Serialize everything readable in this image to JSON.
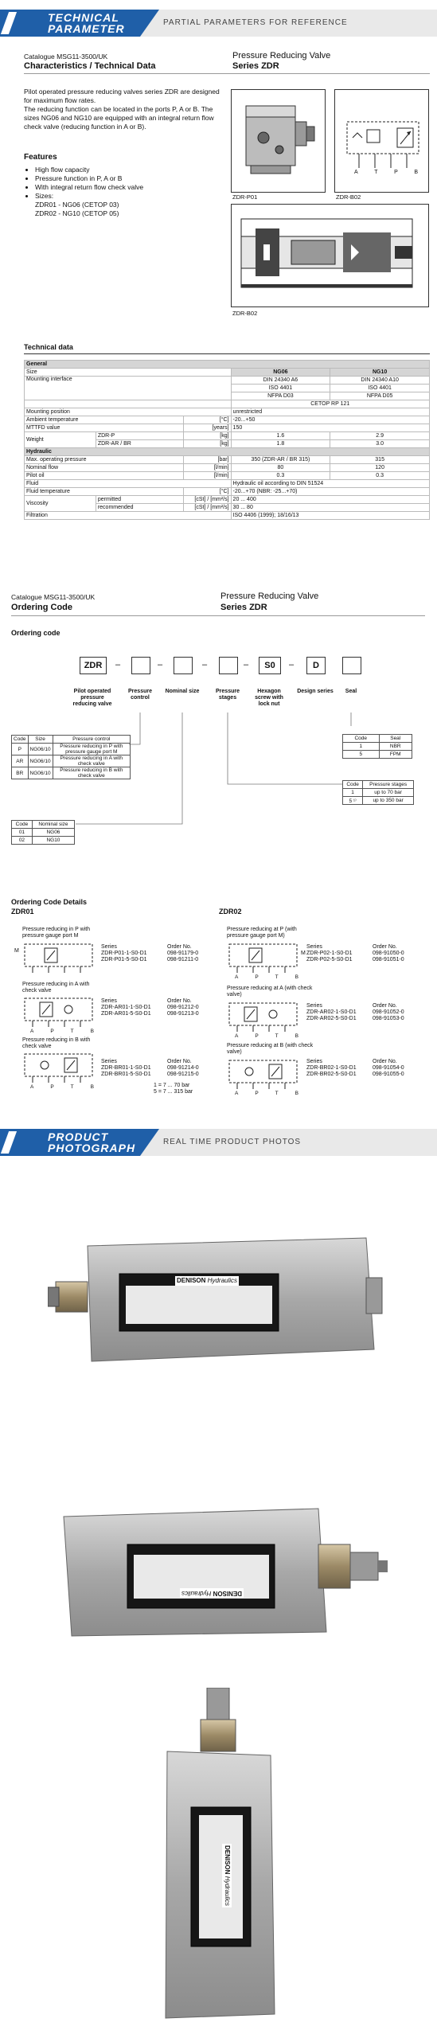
{
  "banner1": {
    "title_line1": "TECHNICAL",
    "title_line2": "PARAMETER",
    "subtitle": "PARTIAL PARAMETERS FOR REFERENCE"
  },
  "page1": {
    "catalogue": "Catalogue MSG11-3500/UK",
    "section": "Characteristics / Technical Data",
    "product": "Pressure Reducing Valve",
    "series": "Series ZDR",
    "intro": "Pilot operated pressure reducing valves series ZDR are designed for maximum flow rates.",
    "intro2": "The reducing function can be located in the ports P, A or B. The sizes NG06 and NG10 are equipped with an integral return flow check valve (reducing function in A or B).",
    "features_title": "Features",
    "features": [
      "High flow capacity",
      "Pressure function in P, A or B",
      "With integral return flow check valve",
      "Sizes:"
    ],
    "sizes": [
      "ZDR01 - NG06 (CETOP 03)",
      "ZDR02 - NG10 (CETOP 05)"
    ],
    "fig1_caption": "ZDR-P01",
    "fig2_caption": "ZDR-B02",
    "fig3_caption": "ZDR-B02",
    "fig2_ports": [
      "A",
      "T",
      "P",
      "B"
    ]
  },
  "techdata": {
    "title": "Technical data",
    "general": "General",
    "size_label": "Size",
    "ng06": "NG06",
    "ng10": "NG10",
    "mounting_interface": "Mounting interface",
    "mi_06": [
      "DIN 24340 A6",
      "ISO 4401",
      "NFPA D03"
    ],
    "mi_10": [
      "DIN 24340 A10",
      "ISO 4401",
      "NFPA D05"
    ],
    "cetop": "CETOP RP 121",
    "mounting_position": "Mounting position",
    "mounting_position_v": "unrestricted",
    "ambient": "Ambient temperature",
    "ambient_unit": "[°C]",
    "ambient_v": "-20...+50",
    "mttf": "MTTFD value",
    "mttf_unit": "[years]",
    "mttf_v": "150",
    "weight": "Weight",
    "weight_p": "ZDR-P",
    "weight_ar": "ZDR-AR / BR",
    "weight_unit": "[kg]",
    "w_p_06": "1.6",
    "w_p_10": "2.9",
    "w_ar_06": "1.8",
    "w_ar_10": "3.0",
    "hydraulic": "Hydraulic",
    "max_press": "Max. operating pressure",
    "bar": "[bar]",
    "max_press_06": "350 (ZDR-AR / BR 315)",
    "max_press_10": "315",
    "nominal_flow": "Nominal flow",
    "lmin": "[l/min]",
    "nf_06": "80",
    "nf_10": "120",
    "pilot_oil": "Pilot oil",
    "po_06": "0.3",
    "po_10": "0.3",
    "fluid": "Fluid",
    "fluid_v": "Hydraulic oil according to DIN 51524",
    "fluid_temp": "Fluid temperature",
    "fluid_temp_unit": "[°C]",
    "fluid_temp_v": "-20...+70 (NBR: -25...+70)",
    "viscosity": "Viscosity",
    "permitted": "permitted",
    "recommended": "recommended",
    "cst": "[cSt] / [mm²/s]",
    "vis_perm": "20 ... 400",
    "vis_rec": "30 ... 80",
    "filtration": "Filtration",
    "filtration_v": "ISO 4406 (1999); 18/16/13"
  },
  "page2": {
    "catalogue": "Catalogue MSG11-3500/UK",
    "section": "Ordering Code",
    "product": "Pressure Reducing Valve",
    "series": "Series ZDR",
    "ordering_code": "Ordering code",
    "code": [
      "ZDR",
      "",
      "",
      "",
      "S0",
      "D",
      ""
    ],
    "labels": [
      "Pilot operated pressure reducing valve",
      "Pressure control",
      "Nominal size",
      "Pressure stages",
      "Hexagon screw with lock nut",
      "Design series",
      "Seal"
    ],
    "pc_table": {
      "head": [
        "Code",
        "Size",
        "Pressure control"
      ],
      "rows": [
        [
          "P",
          "NG06/10",
          "Pressure reducing in P with pressure gauge port M"
        ],
        [
          "AR",
          "NG06/10",
          "Pressure reducing in A with check valve"
        ],
        [
          "BR",
          "NG06/10",
          "Pressure reducing in B with check valve"
        ]
      ]
    },
    "seal_table": {
      "head": [
        "Code",
        "Seal"
      ],
      "rows": [
        [
          "1",
          "NBR"
        ],
        [
          "5",
          "FPM"
        ]
      ]
    },
    "ps_table": {
      "head": [
        "Code",
        "Pressure stages"
      ],
      "rows": [
        [
          "1",
          "up to 70 bar"
        ],
        [
          "5 ¹⁾",
          "up to 350 bar"
        ]
      ]
    },
    "ns_table": {
      "head": [
        "Code",
        "Nominal size"
      ],
      "rows": [
        [
          "01",
          "NG06"
        ],
        [
          "02",
          "NG10"
        ]
      ]
    },
    "ocd_title": "Ordering Code Details",
    "zdr01": "ZDR01",
    "zdr02": "ZDR02",
    "left": [
      {
        "desc": "Pressure reducing in P with pressure gauge port M",
        "series": [
          "Series",
          "ZDR-P01-1-S0-D1",
          "ZDR-P01-5-S0-D1"
        ],
        "order": [
          "Order No.",
          "098-91179-0",
          "098-91211-0"
        ]
      },
      {
        "desc": "Pressure reducing in A with check valve",
        "series": [
          "Series",
          "ZDR-AR01-1-S0-D1",
          "ZDR-AR01-5-S0-D1"
        ],
        "order": [
          "Order No.",
          "098-91212-0",
          "098-91213-0"
        ]
      },
      {
        "desc": "Pressure reducing in B with check valve",
        "series": [
          "Series",
          "ZDR-BR01-1-S0-D1",
          "ZDR-BR01-5-S0-D1"
        ],
        "order": [
          "Order No.",
          "098-91214-0",
          "098-91215-0"
        ]
      }
    ],
    "right": [
      {
        "desc": "Pressure reducing at P (with pressure gauge port M)",
        "series": [
          "Series",
          "ZDR-P02-1-S0-D1",
          "ZDR-P02-5-S0-D1"
        ],
        "order": [
          "Order No.",
          "098-91050-0",
          "098-91051-0"
        ]
      },
      {
        "desc": "Pressure reducing at A (with check valve)",
        "series": [
          "Series",
          "ZDR-AR02-1-S0-D1",
          "ZDR-AR02-5-S0-D1"
        ],
        "order": [
          "Order No.",
          "098-91052-0",
          "098-91053-0"
        ]
      },
      {
        "desc": "Pressure reducing at B (with check valve)",
        "series": [
          "Series",
          "ZDR-BR02-1-S0-D1",
          "ZDR-BR02-5-S0-D1"
        ],
        "order": [
          "Order No.",
          "098-91054-0",
          "098-91055-0"
        ]
      }
    ],
    "ports": [
      "A",
      "P",
      "T",
      "B"
    ],
    "port_m": "M",
    "footnote": [
      "1 = 7 ... 70 bar",
      "5 = 7 ... 315 bar"
    ]
  },
  "banner2": {
    "title_line1": "PRODUCT",
    "title_line2": "PHOTOGRAPH",
    "subtitle": "REAL TIME PRODUCT PHOTOS"
  },
  "photos": {
    "brand": "DENISON",
    "brand2": "Hydraulics"
  }
}
